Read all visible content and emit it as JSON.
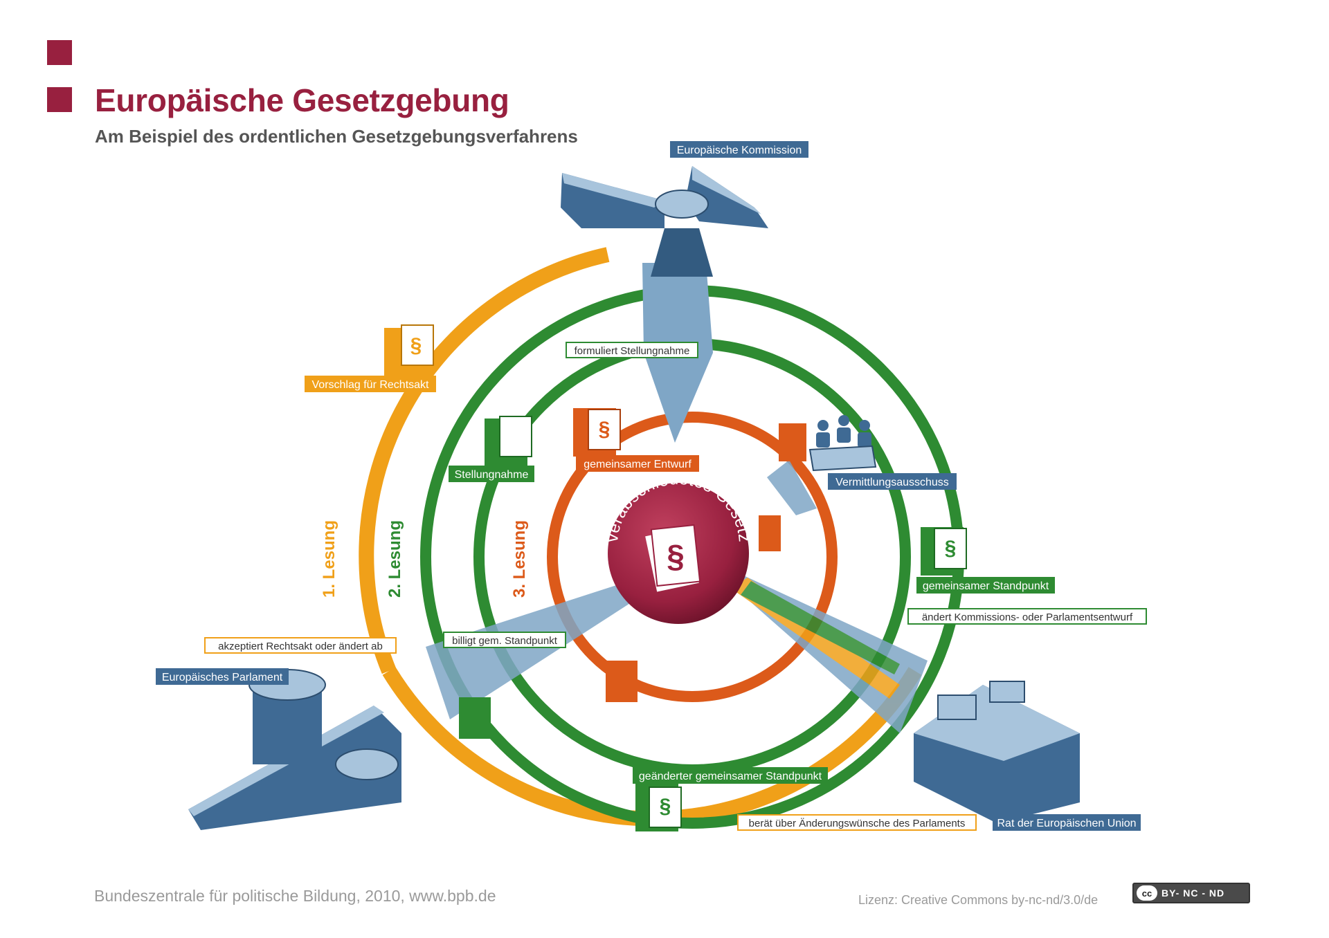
{
  "header": {
    "title": "Europäische Gesetzgebung",
    "subtitle": "Am Beispiel des ordentlichen Gesetzgebungsverfahrens"
  },
  "colors": {
    "brand": "#98203f",
    "reading1": "#f0a019",
    "reading2": "#2e8b32",
    "reading3": "#dc5a1a",
    "institution": "#3f6a94",
    "building": "#7fa6c6"
  },
  "rings": {
    "reading1": "1. Lesung",
    "reading2": "2. Lesung",
    "reading3": "3. Lesung"
  },
  "center": {
    "label": "verabschiedetes Gesetz",
    "symbol": "§"
  },
  "institutions": {
    "commission": "Europäische Kommission",
    "parliament": "Europäisches Parlament",
    "council": "Rat der Europäischen Union",
    "committee": "Vermittlungsausschuss"
  },
  "documents": {
    "proposal": "Vorschlag für Rechtsakt",
    "opinion": "Stellungnahme",
    "joint_draft": "gemeinsamer Entwurf",
    "common_position": "gemeinsamer Standpunkt",
    "amended_common_position": "geänderter gemeinsamer Standpunkt"
  },
  "actions": {
    "formulates_opinion": "formuliert Stellungnahme",
    "accepts_or_amends": "akzeptiert Rechtsakt oder ändert ab",
    "approves_common_position": "billigt gem. Standpunkt",
    "amends_draft": "ändert Kommissions- oder Parlamentsentwurf",
    "discusses_amendments": "berät über Änderungswünsche des Parlaments"
  },
  "footer": {
    "credit": "Bundeszentrale für politische Bildung, 2010, www.bpb.de",
    "license": "Lizenz: Creative Commons by-nc-nd/3.0/de",
    "badge_cc": "cc",
    "badge": "BY- NC - ND"
  }
}
